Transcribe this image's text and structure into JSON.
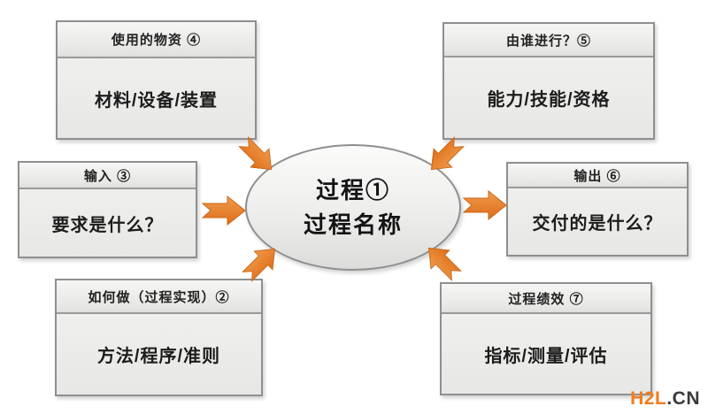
{
  "diagram": {
    "title_semantic": "process-turtle-diagram",
    "center": {
      "line1": "过程①",
      "line2": "过程名称"
    },
    "boxes": [
      {
        "id": "materials",
        "header": "使用的物资 ④",
        "body": "材料/设备/装置"
      },
      {
        "id": "who",
        "header": "由谁进行？⑤",
        "body": "能力/技能/资格"
      },
      {
        "id": "input",
        "header": "输入 ③",
        "body": "要求是什么？"
      },
      {
        "id": "output",
        "header": "输出 ⑥",
        "body": "交付的是什么？"
      },
      {
        "id": "how",
        "header": "如何做（过程实现）②",
        "body": "方法/程序/准则"
      },
      {
        "id": "performance",
        "header": "过程绩效 ⑦",
        "body": "指标/测量/评估"
      }
    ],
    "arrows": [
      {
        "from": "materials",
        "to": "center",
        "direction": "down-right"
      },
      {
        "from": "who",
        "to": "center",
        "direction": "down-left"
      },
      {
        "from": "input",
        "to": "center",
        "direction": "right"
      },
      {
        "from": "center",
        "to": "output",
        "direction": "right"
      },
      {
        "from": "how",
        "to": "center",
        "direction": "up-right"
      },
      {
        "from": "performance",
        "to": "center",
        "direction": "up-left"
      }
    ],
    "colors": {
      "arrow_fill_light": "#f19a4a",
      "arrow_fill_dark": "#dd6e1a",
      "arrow_edge": "#c96516",
      "box_border": "#8f8f8f",
      "box_fill": "#e9e9e7",
      "text": "#1c1c1c",
      "watermark_brand": "#f07c1d",
      "watermark_suffix": "#3a3a3a"
    }
  },
  "watermark": {
    "brand": "H2L",
    "suffix": ".CN"
  }
}
